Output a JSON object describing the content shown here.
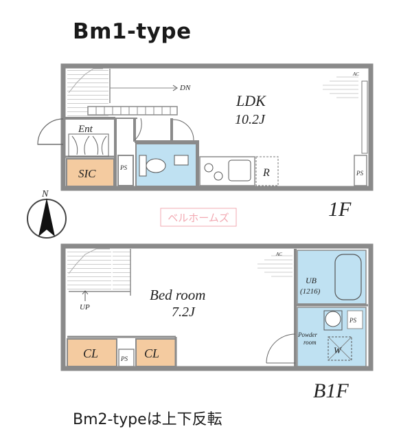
{
  "header": {
    "title": "Bm1-type"
  },
  "footer": {
    "note": "Bm2-typeは上下反転"
  },
  "watermark": "ベルホームズ",
  "compass": {
    "north_label": "N"
  },
  "floor_1f": {
    "floor_label": "1F",
    "ldk_label": "LDK",
    "ldk_size": "10.2J",
    "entrance_label": "Ent",
    "sic_label": "SIC",
    "ps_label": "PS",
    "ps_right_label": "PS",
    "fridge_label": "R",
    "stair_label": "DN",
    "ac_label": "AC"
  },
  "floor_b1f": {
    "floor_label": "B1F",
    "bedroom_label": "Bed room",
    "bedroom_size": "7.2J",
    "ub_label": "UB",
    "ub_size": "(1216)",
    "powder_label_1": "Powder",
    "powder_label_2": "room",
    "washer_label": "W",
    "cl_left_label": "CL",
    "cl_right_label": "CL",
    "ps_label": "PS",
    "ps_right_label": "PS",
    "stair_label": "UP",
    "ac_label": "AC"
  },
  "colors": {
    "closet": "#f4cba0",
    "wet_area": "#bfe1f2",
    "wall": "#8a8a8a",
    "watermark": "#f2a9b2"
  }
}
